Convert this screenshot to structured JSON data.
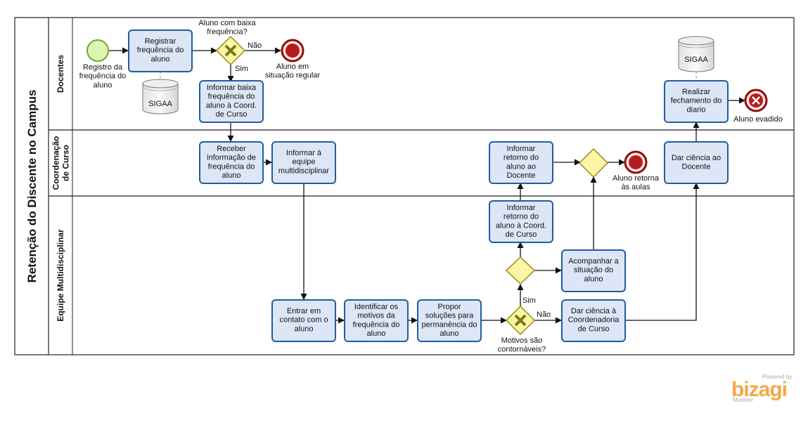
{
  "pool": {
    "title": "Retenção do Discente no Campus"
  },
  "lanes": {
    "docentes": "Docentes",
    "coordenacao": "Coordenação de Curso",
    "equipe": "Equipe Multidisciplinar"
  },
  "events": {
    "start_label": "Registro da frequência do aluno",
    "end_regular": "Aluno em situação regular",
    "end_aulas": "Aluno retorna às aulas",
    "end_evadido": "Aluno evadido"
  },
  "tasks": {
    "registrar": "Registrar frequência do aluno",
    "informar_baixa": "Informar baixa frequência do aluno à Coord. de Curso",
    "receber": "Receber informação de frequência do aluno",
    "informar_equipe": "Informar à equipe multidisciplinar",
    "entrar_contato": "Entrar em contato com o aluno",
    "identificar": "Identificar os motivos da frequência do aluno",
    "propor": "Propor soluções para permanência do aluno",
    "dar_ciencia_coord": "Dar ciência à Coordenadoria de Curso",
    "acompanhar": "Acompanhar a situação do aluno",
    "informar_retorno_coord": "Informar retorno do aluno à Coord. de Curso",
    "informar_retorno_docente": "Informar retorno do aluno ao Docente",
    "dar_ciencia_docente": "Dar ciência ao Docente",
    "realizar_fechamento": "Realizar fechamento do diario"
  },
  "gateways": {
    "baixa_frequencia": "Aluno com baixa frequência?",
    "motivos": "Motivos são contornáveis?"
  },
  "flow_labels": {
    "sim": "Sim",
    "nao": "Não"
  },
  "data_stores": {
    "sigaa": "SIGAA"
  },
  "branding": {
    "powered": "Powered by",
    "name": "bizagi",
    "sub": "Modeler"
  },
  "colors": {
    "task_fill": "#dce6f7",
    "task_stroke": "#1f5e9e",
    "start_fill": "#ddf5b4",
    "start_stroke": "#6fa82a",
    "end_fill": "#b71c1c",
    "end_stroke": "#6a0e0e",
    "gateway_fill": "#fbf6a6",
    "gateway_stroke": "#9a8a10",
    "brand": "#f4a84a"
  }
}
